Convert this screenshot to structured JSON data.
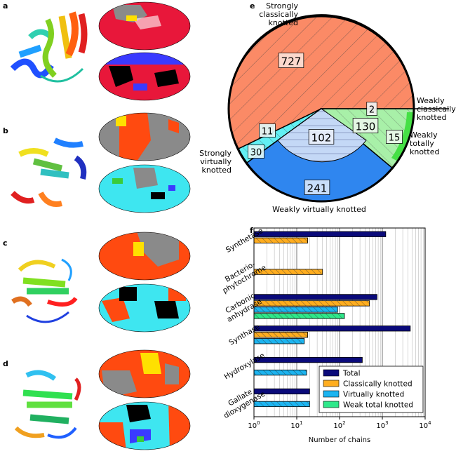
{
  "panels": {
    "a": "a",
    "b": "b",
    "c": "c",
    "d": "d",
    "e": "e",
    "f": "f"
  },
  "colors": {
    "map_red": "#e8173a",
    "map_orange": "#ff4a10",
    "map_gray": "#8a8a8a",
    "map_cyan": "#3ee6f0",
    "map_blue": "#3a3aff",
    "map_black": "#000000",
    "map_yellow": "#ffe000",
    "map_green": "#3acc3a",
    "strong_classical": "#fb8a66",
    "weak_classical": "#ff6a44",
    "weak_total": "#a8f0a8",
    "weak_total_edge": "#45e045",
    "strong_virtual": "#62f0f4",
    "weak_virtual_outer": "#2f86ef",
    "weak_virtual_inner": "#c4d8f6",
    "total": "#0a0a7a",
    "classically": "#ffad1f",
    "virtually": "#1cb4f0",
    "weak_total_bar": "#2ee88a"
  },
  "pie": {
    "labels": {
      "strong_classical": "Strongly\nclassically\nknotted",
      "weak_classical": "Weakly\nclassically\nknotted",
      "weak_total": "Weakly\ntotally\nknotted",
      "strong_virtual": "Strongly\nvirtually\nknotted",
      "weak_virtual": "Weakly virtually knotted"
    },
    "counts": {
      "strong_classical": "727",
      "weak_classical": "2",
      "weak_total": "130",
      "weak_total_edge": "15",
      "strong_virtual_inner": "11",
      "strong_virtual_outer": "30",
      "center": "102",
      "weak_virtual": "241"
    }
  },
  "chart_data": {
    "type": "bar",
    "orientation": "horizontal",
    "xscale": "log",
    "xlim": [
      1,
      10000
    ],
    "xticks": [
      "10^0",
      "10^1",
      "10^2",
      "10^3",
      "10^4"
    ],
    "xlabel": "Number of chains",
    "categories": [
      "Synthetase",
      "Bacterio-\nphytochrome",
      "Carbonic\nanhydrase",
      "Synthase",
      "Hydroxylase",
      "Gallate\ndioxygenase"
    ],
    "series": [
      {
        "name": "Total",
        "values": [
          1200,
          null,
          750,
          4500,
          340,
          20
        ]
      },
      {
        "name": "Classically knotted",
        "values": [
          18,
          40,
          500,
          18,
          null,
          null
        ]
      },
      {
        "name": "Virtually knotted",
        "values": [
          null,
          null,
          90,
          15,
          17,
          20
        ]
      },
      {
        "name": "Weak total knotted",
        "values": [
          null,
          null,
          130,
          null,
          null,
          null
        ]
      }
    ],
    "legend": "lower-right"
  }
}
